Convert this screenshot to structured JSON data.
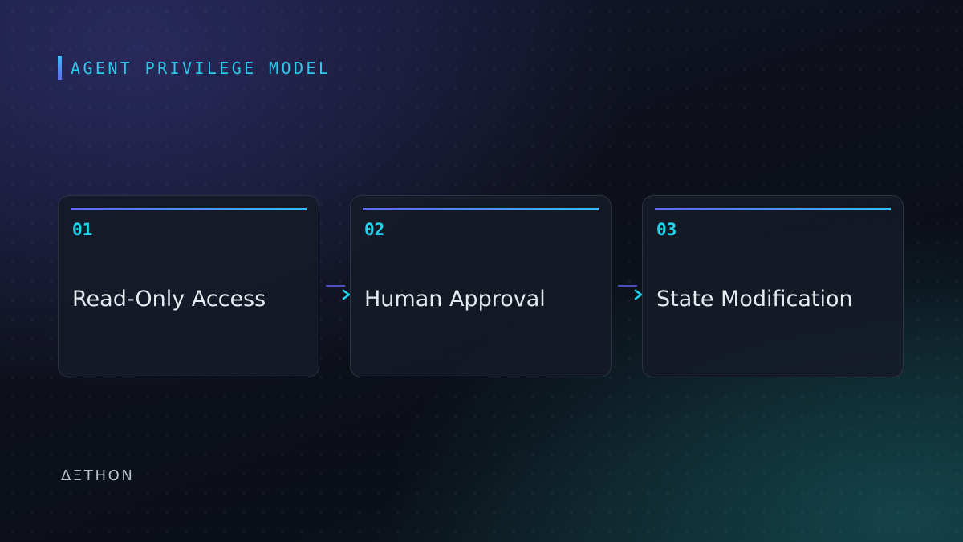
{
  "header": {
    "title": "AGENT PRIVILEGE MODEL"
  },
  "steps": [
    {
      "number": "01",
      "label": "Read-Only Access"
    },
    {
      "number": "02",
      "label": "Human Approval"
    },
    {
      "number": "03",
      "label": "State Modification"
    }
  ],
  "arrows": [
    {
      "icon": "arrow-right-icon"
    },
    {
      "icon": "arrow-right-icon"
    }
  ],
  "footer": {
    "logo": "ΔΞTHON"
  },
  "colors": {
    "accent": "#22d3ee",
    "accent_secondary": "#6366f1",
    "card_text": "#e6e9ef",
    "background": "#0c0f18"
  }
}
